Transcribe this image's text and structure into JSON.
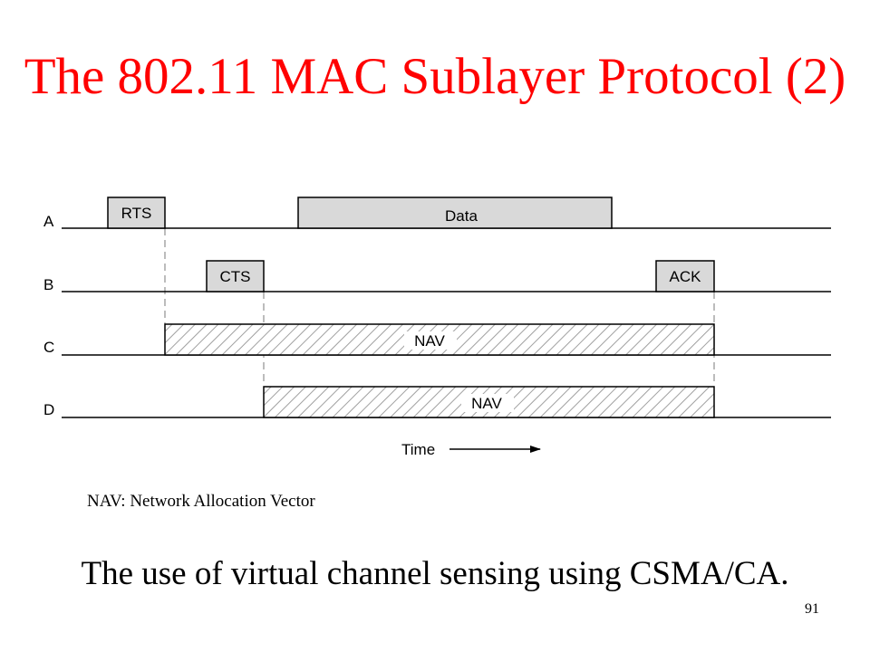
{
  "slide": {
    "title": "The 802.11 MAC Sublayer Protocol (2)",
    "title_color": "#ff0000",
    "nav_note": "NAV: Network Allocation Vector",
    "caption": "The use of virtual channel sensing using CSMA/CA.",
    "page_number": "91"
  },
  "diagram": {
    "lanes": [
      {
        "label": "A"
      },
      {
        "label": "B"
      },
      {
        "label": "C"
      },
      {
        "label": "D"
      }
    ],
    "frames": [
      {
        "label": "RTS",
        "lane": "A",
        "style": "solid"
      },
      {
        "label": "Data",
        "lane": "A",
        "style": "solid"
      },
      {
        "label": "CTS",
        "lane": "B",
        "style": "solid"
      },
      {
        "label": "ACK",
        "lane": "B",
        "style": "solid"
      },
      {
        "label": "NAV",
        "lane": "C",
        "style": "hatched"
      },
      {
        "label": "NAV",
        "lane": "D",
        "style": "hatched"
      }
    ],
    "time_label": "Time",
    "frame_fill": "#d9d9d9"
  }
}
